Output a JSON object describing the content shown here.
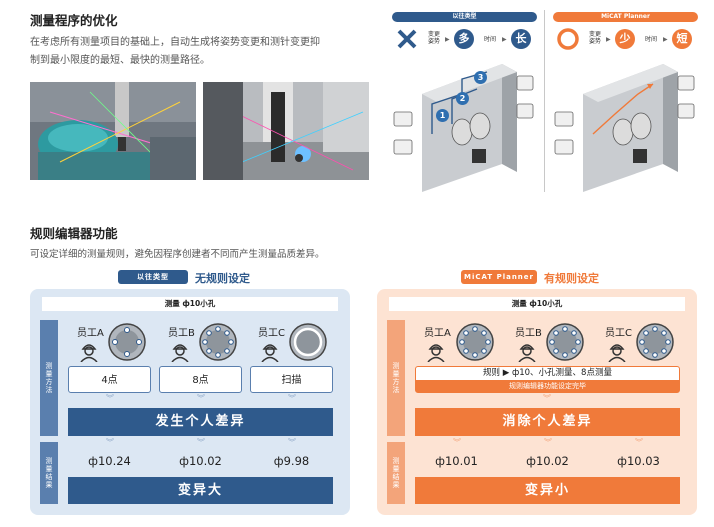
{
  "top": {
    "title": "测量程序的优化",
    "description_line1": "在考虑所有测量项目的基础上，自动生成将姿势变更和测针变更抑",
    "description_line2": "制到最小限度的最短、最快的测量路径。"
  },
  "diagram_left": {
    "header": "以往类型",
    "change_label": "变更姿势",
    "change_value": "多",
    "time_label": "时间",
    "time_value": "长",
    "steps": [
      "1",
      "2",
      "3"
    ]
  },
  "diagram_right": {
    "header": "MiCAT Planner",
    "change_label": "变更姿势",
    "change_value": "少",
    "time_label": "时间",
    "time_value": "短"
  },
  "rules": {
    "title": "规则编辑器功能",
    "description": "可设定详细的测量规则，避免因程序创建者不同而产生测量品质差异。"
  },
  "left_panel": {
    "badge": "以往类型",
    "title": "无规则设定",
    "strip": "测量 ф10小孔",
    "method_label": "测量方法",
    "result_label": "测量结果",
    "workers": [
      "员工A",
      "员工B",
      "员工C"
    ],
    "methods": [
      "4点",
      "8点",
      "扫描"
    ],
    "bar1": "发生个人差异",
    "values": [
      "ф10.24",
      "ф10.02",
      "ф9.98"
    ],
    "bar2": "变异大"
  },
  "right_panel": {
    "badge": "MiCAT Planner",
    "title": "有规则设定",
    "strip": "测量 ф10小孔",
    "method_label": "测量方法",
    "result_label": "测量结果",
    "workers": [
      "员工A",
      "员工B",
      "员工C"
    ],
    "rule_text": "规则 ▶ ф10、小孔测量、8点测量",
    "rule_sub": "规则编辑器功能设定完毕",
    "bar1": "消除个人差异",
    "values": [
      "ф10.01",
      "ф10.02",
      "ф10.03"
    ],
    "bar2": "变异小"
  },
  "colors": {
    "navy": "#2f5a8c",
    "orange": "#f07a3a",
    "left_bg": "#dce7f3",
    "right_bg": "#fde3d3"
  }
}
